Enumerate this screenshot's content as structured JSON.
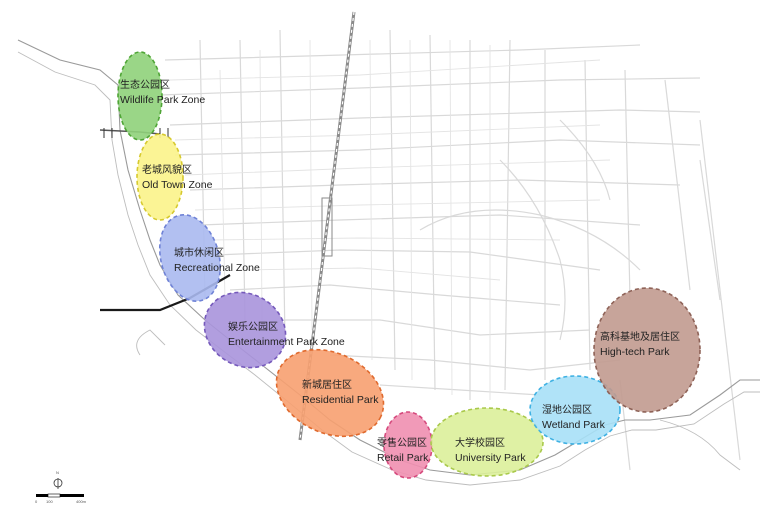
{
  "map": {
    "zones": [
      {
        "id": "wildlife",
        "name_cn": "生态公园区",
        "name_en": "Wildlife Park Zone",
        "fill": "#8fd27a",
        "stroke": "#4fa536"
      },
      {
        "id": "oldtown",
        "name_cn": "老城风貌区",
        "name_en": "Old Town Zone",
        "fill": "#fbf38a",
        "stroke": "#d6c92e"
      },
      {
        "id": "recreational",
        "name_cn": "城市休闲区",
        "name_en": "Recreational Zone",
        "fill": "#aab9f0",
        "stroke": "#6f82d6"
      },
      {
        "id": "entertainment",
        "name_cn": "娱乐公园区",
        "name_en": "Entertainment Park Zone",
        "fill": "#a993dc",
        "stroke": "#7559bb"
      },
      {
        "id": "residential",
        "name_cn": "新城居住区",
        "name_en": "Residential Park",
        "fill": "#f7a070",
        "stroke": "#e06a2e"
      },
      {
        "id": "retail",
        "name_cn": "零售公园区",
        "name_en": "Retail Park",
        "fill": "#f08fb0",
        "stroke": "#d54a7d"
      },
      {
        "id": "university",
        "name_cn": "大学校园区",
        "name_en": "University Park",
        "fill": "#dcef9a",
        "stroke": "#a9c94b"
      },
      {
        "id": "wetland",
        "name_cn": "湿地公园区",
        "name_en": "Wetland Park",
        "fill": "#a7e0f7",
        "stroke": "#3fb1e3"
      },
      {
        "id": "hightech",
        "name_cn": "高科基地及居住区",
        "name_en": "High-tech Park",
        "fill": "#c19a8f",
        "stroke": "#8e6257"
      }
    ],
    "scale_bar": {
      "north": "N",
      "ticks": [
        "0",
        "100",
        "400m"
      ]
    }
  }
}
